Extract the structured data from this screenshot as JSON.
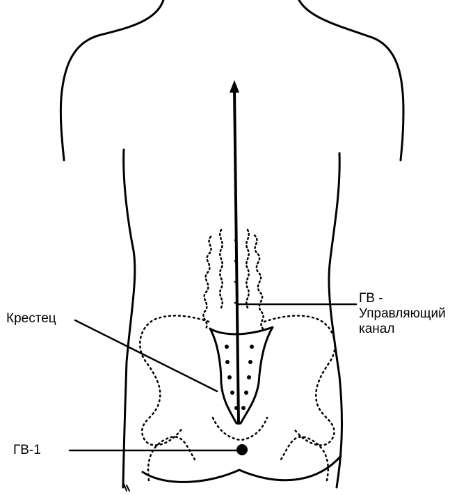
{
  "labels": {
    "governing_vessel_channel": {
      "line1": "ГВ -",
      "line2": "Управляющий",
      "line3": "канал"
    },
    "sacrum": "Крестец",
    "gv1": "ГВ-1"
  },
  "colors": {
    "ink": "#000000",
    "background": "#ffffff"
  }
}
